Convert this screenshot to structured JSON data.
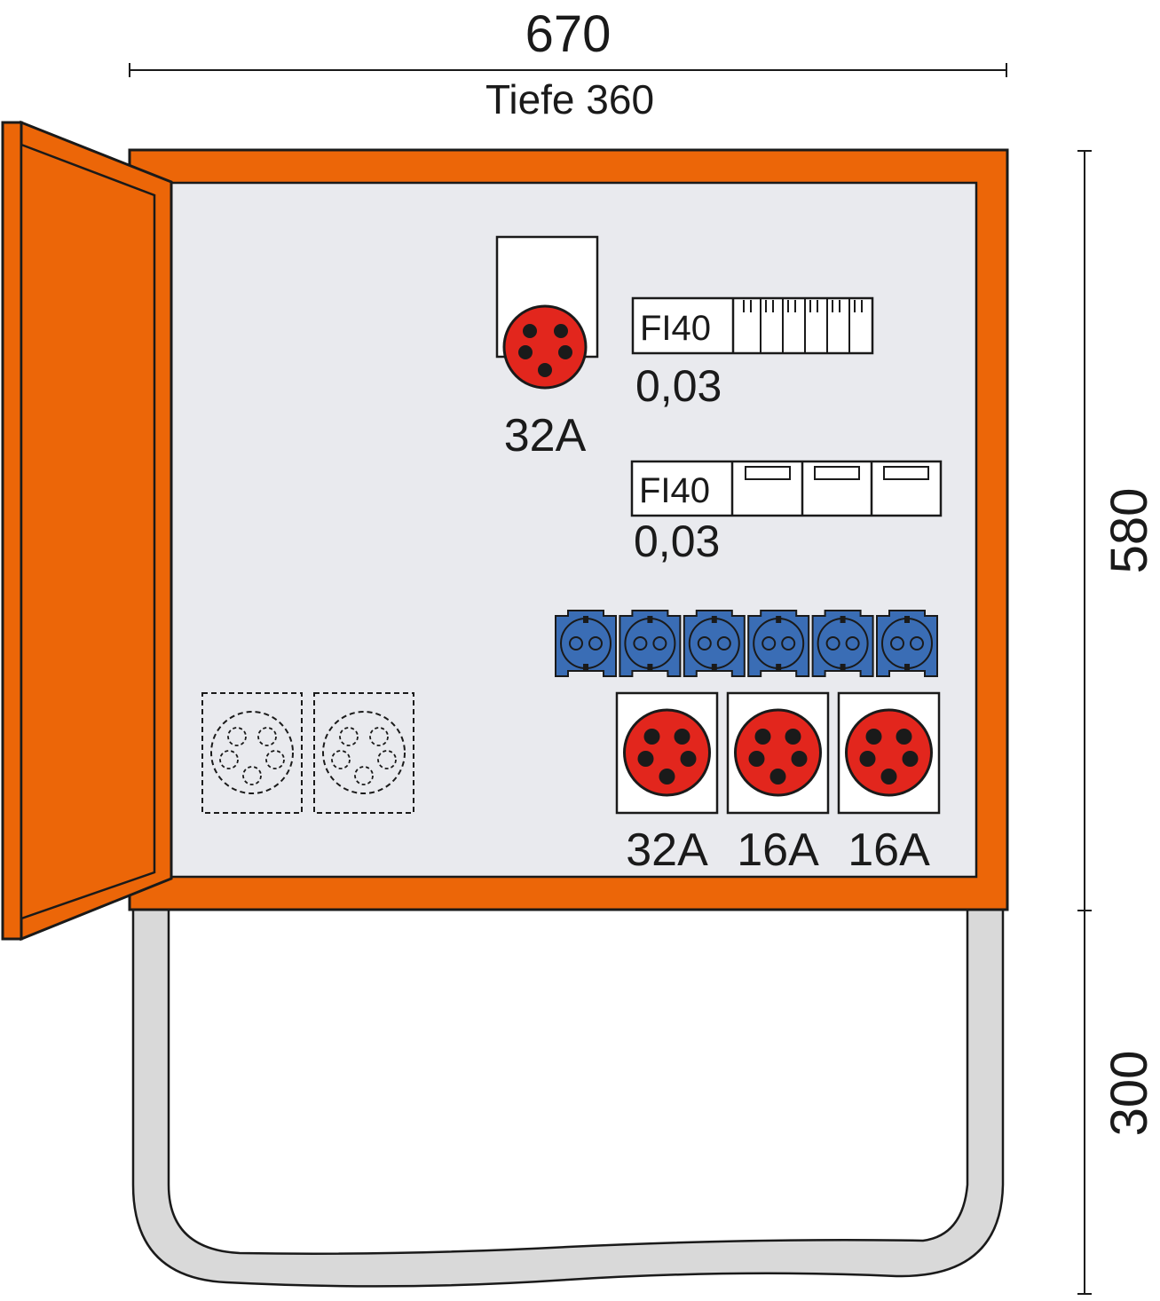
{
  "dimensions": {
    "width_label": "670",
    "depth_label": "Tiefe 360",
    "height_label": "580",
    "stand_label": "300"
  },
  "cabinet": {
    "colors": {
      "frame": "#EC6608",
      "panel": "#E9EAEE",
      "red_socket": "#E2261D",
      "blue_socket": "#3A6DB5",
      "stand": "#D9D9D9",
      "outline": "#1a1a1a"
    },
    "top_socket": {
      "rating": "32A"
    },
    "rcd_1": {
      "type": "FI40",
      "sensitivity": "0,03"
    },
    "rcd_2": {
      "type": "FI40",
      "sensitivity": "0,03"
    },
    "schuko_socket_count": 6,
    "cee_sockets": [
      {
        "rating": "32A"
      },
      {
        "rating": "16A"
      },
      {
        "rating": "16A"
      }
    ],
    "optional_socket_count": 2
  }
}
